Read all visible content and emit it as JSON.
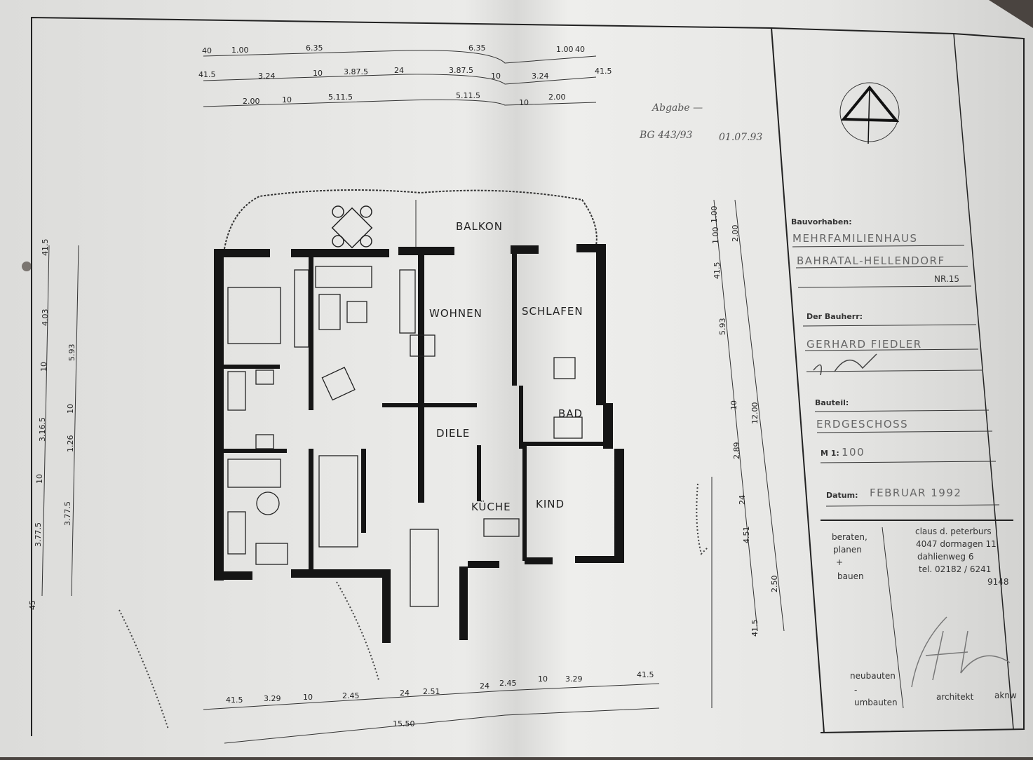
{
  "rooms": {
    "balkon": "BALKON",
    "wohnen": "WOHNEN",
    "schlafen": "SCHLAFEN",
    "bad": "BAD",
    "diele": "DIELE",
    "kueche": "KÜCHE",
    "kind": "KIND"
  },
  "dimensions": {
    "top_row1": [
      "40",
      "1.00",
      "6.35",
      "6.35",
      "1.00",
      "40"
    ],
    "top_row2": [
      "41.5",
      "3.24",
      "10",
      "3.87.5",
      "24",
      "3.87.5",
      "10",
      "3.24",
      "41.5"
    ],
    "top_row3": [
      "2.00",
      "10",
      "5.11.5",
      "5.11.5",
      "10",
      "2.00"
    ],
    "left_row1": [
      "41.5",
      "4.03",
      "10",
      "3.16.5",
      "10",
      "3.77.5",
      "45"
    ],
    "left_row2": [
      "5.93",
      "10",
      "1.26",
      "3.77.5"
    ],
    "right_row1": [
      "1.00",
      "1.00",
      "41.5",
      "5.93",
      "10",
      "2.89",
      "24",
      "4.51",
      "41.5"
    ],
    "right_row2": [
      "2.00",
      "12.00",
      "2.50"
    ],
    "bottom_row1": [
      "41.5",
      "3.29",
      "10",
      "2.45",
      "24",
      "2.51",
      "24",
      "2.45",
      "10",
      "3.29",
      "41.5"
    ],
    "bottom_total": "15.50"
  },
  "handwritten_note": {
    "line1": "Abgabe —",
    "line2": "BG 443/93",
    "date": "01.07.93"
  },
  "title_block": {
    "project_label": "Bauvorhaben:",
    "project_line1": "MEHRFAMILIENHAUS",
    "project_line2": "BAHRATAL-HELLENDORF",
    "project_line3": "NR.15",
    "client_label": "Der Bauherr:",
    "client_name": "GERHARD FIEDLER",
    "part_label": "Bauteil:",
    "part_value": "ERDGESCHOSS",
    "scale_label": "M 1:",
    "scale_value": "100",
    "date_label": "Datum:",
    "date_value": "FEBRUAR 1992",
    "slogan": [
      "beraten,",
      "planen",
      "+",
      "bauen"
    ],
    "architect": [
      "claus d. peterburs",
      "4047 dormagen 11",
      "dahlienweg      6",
      "tel.   02182 / 6241",
      "9148"
    ],
    "footer_left": [
      "neubauten",
      "-",
      "umbauten"
    ],
    "footer_right": [
      "architekt",
      "aknw"
    ]
  },
  "colors": {
    "paper": "#e8e8e6",
    "ink": "#1a1a1a",
    "background": "#4a4440"
  }
}
